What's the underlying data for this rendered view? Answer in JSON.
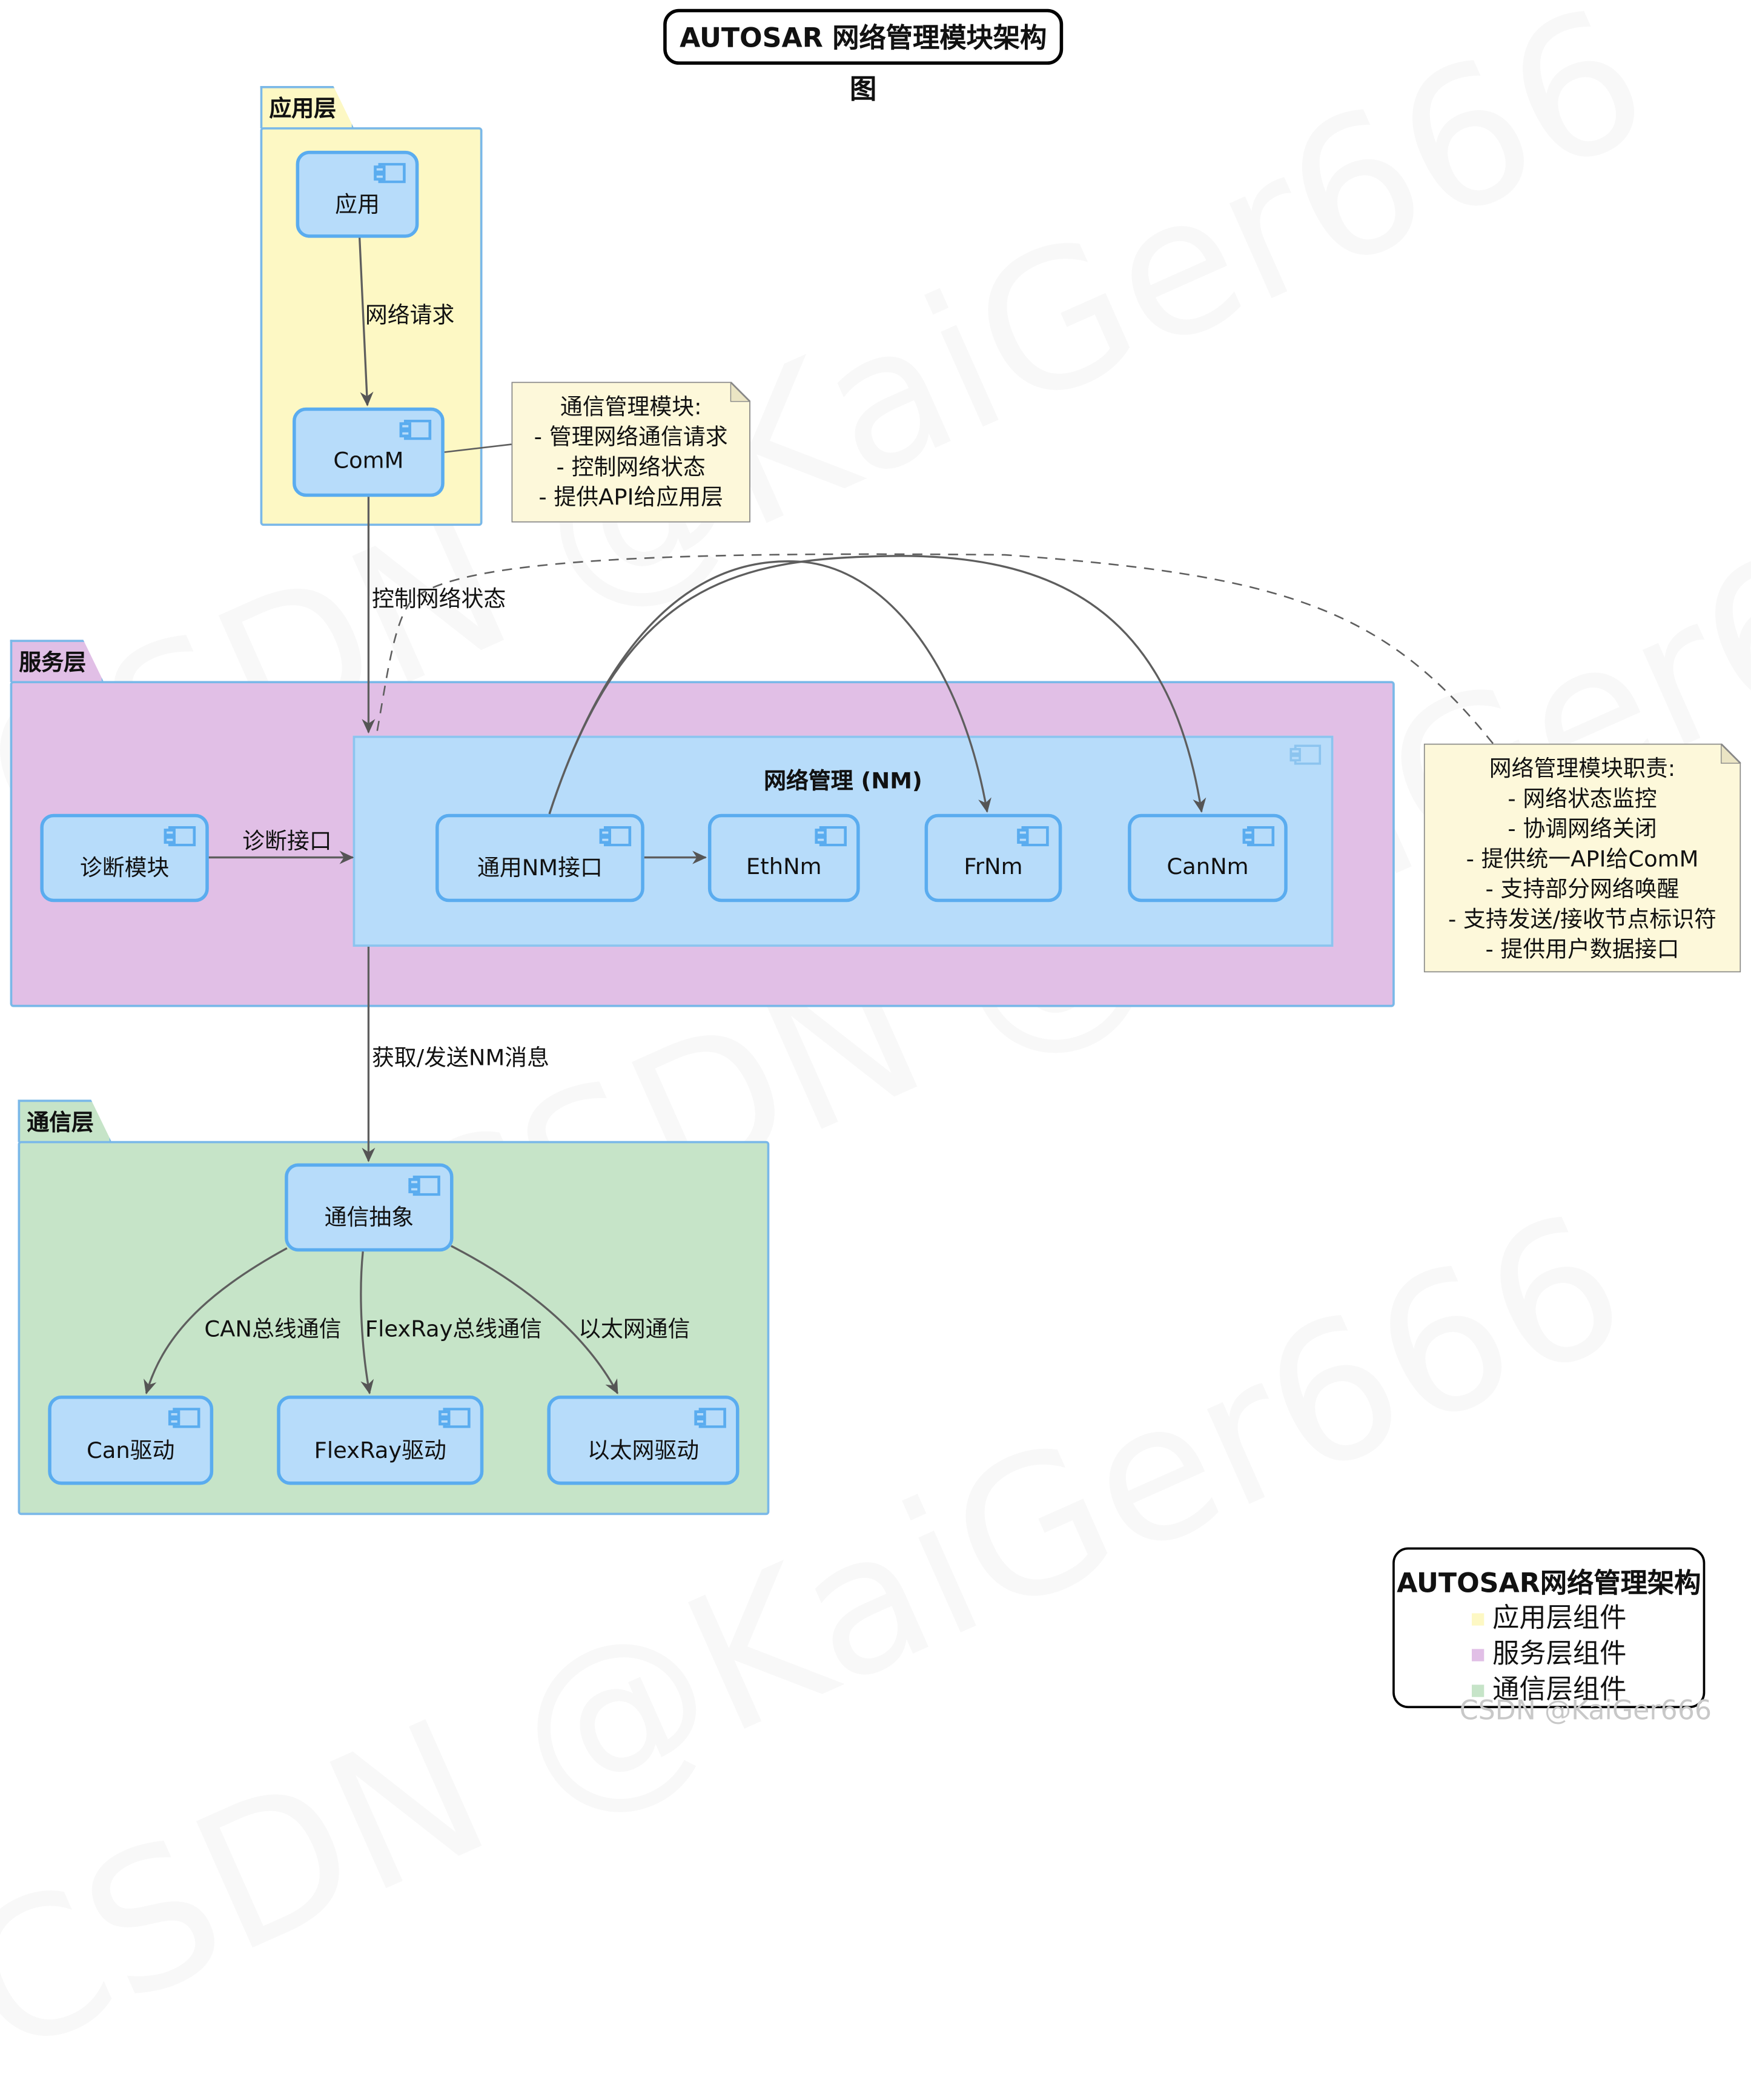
{
  "title": "AUTOSAR 网络管理模块架构图",
  "layers": {
    "app": {
      "label": "应用层",
      "color": "#fdf8c4"
    },
    "service": {
      "label": "服务层",
      "color": "#e1bfe6"
    },
    "comm": {
      "label": "通信层",
      "color": "#c6e4c8"
    }
  },
  "components": {
    "app": "应用",
    "comm_mgr": "ComM",
    "diag": "诊断模块",
    "nm_group": "网络管理 (NM)",
    "generic_nm": "通用NM接口",
    "ethnm": "EthNm",
    "frnm": "FrNm",
    "cannm": "CanNm",
    "com_abstraction": "通信抽象",
    "can_driver": "Can驱动",
    "flexray_driver": "FlexRay驱动",
    "eth_driver": "以太网驱动"
  },
  "edges": {
    "network_request": "网络请求",
    "control_state": "控制网络状态",
    "diag_interface": "诊断接口",
    "nm_messages": "获取/发送NM消息",
    "can_bus": "CAN总线通信",
    "flexray_bus": "FlexRay总线通信",
    "ethernet": "以太网通信"
  },
  "notes": {
    "comm": [
      "通信管理模块:",
      "- 管理网络通信请求",
      "- 控制网络状态",
      "- 提供API给应用层"
    ],
    "nm": [
      "网络管理模块职责:",
      "- 网络状态监控",
      "- 协调网络关闭",
      "- 提供统一API给ComM",
      "- 支持部分网络唤醒",
      "- 支持发送/接收节点标识符",
      "- 提供用户数据接口"
    ]
  },
  "legend": {
    "title": "AUTOSAR网络管理架构",
    "items": [
      {
        "label": "应用层组件",
        "color": "#fdf8c4"
      },
      {
        "label": "服务层组件",
        "color": "#e1bfe6"
      },
      {
        "label": "通信层组件",
        "color": "#c6e4c8"
      }
    ]
  },
  "watermark": "CSDN @KaiGer666"
}
